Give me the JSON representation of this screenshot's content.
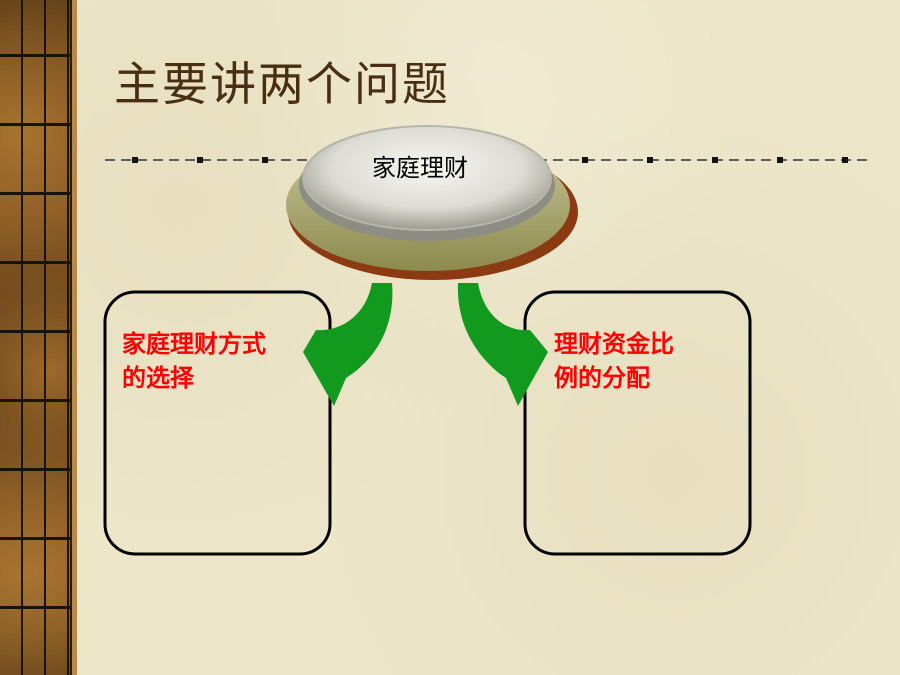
{
  "title": "主要讲两个问题",
  "center": {
    "label": "家庭理财"
  },
  "left_box": {
    "lines": [
      "家庭理财方式",
      "的选择"
    ]
  },
  "right_box": {
    "lines": [
      "理财资金比",
      "例的分配"
    ]
  },
  "colors": {
    "title": "#4a2e12",
    "box_text": "#ff0000",
    "arrow": "#119a1e",
    "background": "#ede6c9"
  }
}
